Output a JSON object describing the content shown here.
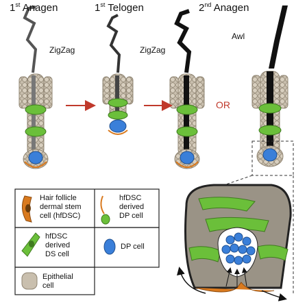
{
  "stages": [
    {
      "ordinal": "1",
      "suffix": "st",
      "name": "Anagen"
    },
    {
      "ordinal": "1",
      "suffix": "st",
      "name": "Telogen"
    },
    {
      "ordinal": "2",
      "suffix": "nd",
      "name": "Anagen"
    }
  ],
  "labels": {
    "zigzag_1": "ZigZag",
    "zigzag_3": "ZigZag",
    "awl": "Awl",
    "or": "OR"
  },
  "legend": {
    "hfdsc": [
      "Hair follicle",
      "dermal stem",
      "cell (hfDSC)"
    ],
    "dp_derived": [
      "hfDSC",
      "derived",
      "DP cell"
    ],
    "ds_derived": [
      "hfDSC",
      "derived",
      "DS cell"
    ],
    "dp_cell": "DP cell",
    "epithelial": [
      "Epithelial",
      "cell"
    ]
  },
  "colors": {
    "epithelial": "#c9bfae",
    "epithelial_dark": "#8f8472",
    "ds_green": "#6bbf3a",
    "dp_blue": "#3a7fd9",
    "hfdsc_orange": "#d97a1f",
    "arrow_red": "#c0392b",
    "hair": "#2b2b2b"
  }
}
